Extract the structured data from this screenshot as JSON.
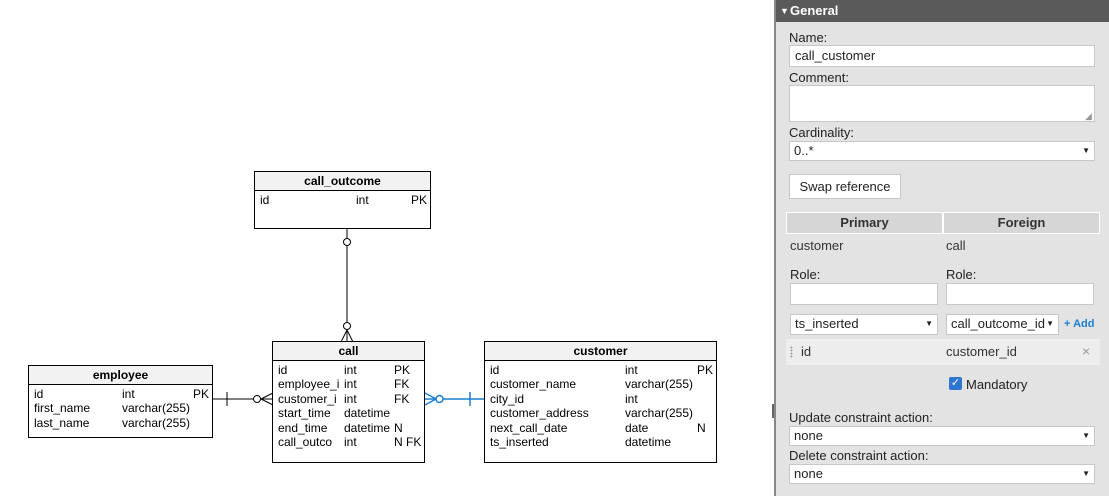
{
  "diagram": {
    "entities": {
      "call_outcome": {
        "name": "call_outcome",
        "rows": [
          {
            "name": "id",
            "type": "int",
            "key": "PK"
          }
        ]
      },
      "call": {
        "name": "call",
        "rows": [
          {
            "name": "id",
            "type": "int",
            "key": "PK"
          },
          {
            "name": "employee_i",
            "type": "int",
            "key": "FK"
          },
          {
            "name": "customer_i",
            "type": "int",
            "key": "FK"
          },
          {
            "name": "start_time",
            "type": "datetime",
            "key": ""
          },
          {
            "name": "end_time",
            "type": "datetime",
            "key": "N"
          },
          {
            "name": "call_outco",
            "type": "int",
            "key": "N FK"
          }
        ]
      },
      "employee": {
        "name": "employee",
        "rows": [
          {
            "name": "id",
            "type": "int",
            "key": "PK"
          },
          {
            "name": "first_name",
            "type": "varchar(255)",
            "key": ""
          },
          {
            "name": "last_name",
            "type": "varchar(255)",
            "key": ""
          }
        ]
      },
      "customer": {
        "name": "customer",
        "rows": [
          {
            "name": "id",
            "type": "int",
            "key": "PK"
          },
          {
            "name": "customer_name",
            "type": "varchar(255)",
            "key": ""
          },
          {
            "name": "city_id",
            "type": "int",
            "key": ""
          },
          {
            "name": "customer_address",
            "type": "varchar(255)",
            "key": ""
          },
          {
            "name": "next_call_date",
            "type": "date",
            "key": "N"
          },
          {
            "name": "ts_inserted",
            "type": "datetime",
            "key": ""
          }
        ]
      }
    }
  },
  "panel": {
    "section_title": "General",
    "name_label": "Name:",
    "name_value": "call_customer",
    "comment_label": "Comment:",
    "comment_value": "",
    "cardinality_label": "Cardinality:",
    "cardinality_value": "0..*",
    "swap_button": "Swap reference",
    "primary_header": "Primary",
    "foreign_header": "Foreign",
    "primary_table": "customer",
    "foreign_table": "call",
    "primary_role_label": "Role:",
    "foreign_role_label": "Role:",
    "primary_role_value": "",
    "foreign_role_value": "",
    "primary_column_select": "ts_inserted",
    "foreign_column_select": "call_outcome_id",
    "add_link": "+ Add",
    "mapping": {
      "primary": "id",
      "foreign": "customer_id",
      "remove": "×"
    },
    "mandatory_label": "Mandatory",
    "mandatory_checked": true,
    "update_label": "Update constraint action:",
    "update_value": "none",
    "delete_label": "Delete constraint action:",
    "delete_value": "none"
  },
  "icons": {
    "collapse": "triangle-down-icon",
    "dropdown": "chevron-down-icon",
    "checkbox": "check-icon",
    "remove": "close-icon",
    "grip": "drag-grip-icon"
  },
  "colors": {
    "selected_connector": "#1a7fd0",
    "section_header": "#5a5a5a",
    "panel_bg": "#e3e3e3",
    "checkbox": "#2f76d2"
  }
}
